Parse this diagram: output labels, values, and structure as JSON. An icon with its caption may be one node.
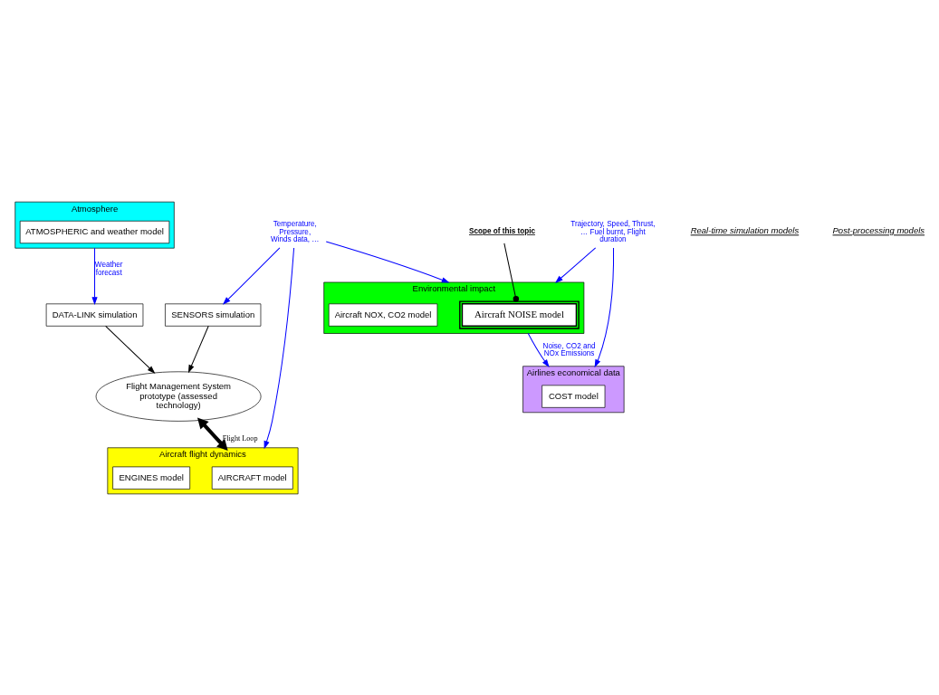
{
  "diagram": {
    "nodes": [
      {
        "text": [
          "Flight Management System prototype (assessed technology)"
        ]
      },
      {
        "text": [
          "DATA-LINK simulation"
        ]
      },
      {
        "text": [
          "SENSORS simulation"
        ]
      },
      {
        "text": [
          "Aircraft flight dynamics"
        ]
      },
      {
        "text": [
          "AIRCRAFT model"
        ],
        "in": 3
      },
      {
        "text": [
          "ENGINES model"
        ],
        "in": 3
      },
      {
        "text": [
          "Atmosphere"
        ]
      },
      {
        "text": [
          "ATMOSPHERIC and weather model"
        ],
        "in": 6
      },
      {
        "text": [
          "Airlines economical data"
        ]
      },
      {
        "text": [
          "COST model"
        ],
        "in": 8
      },
      {
        "text": [
          "Environmental impact"
        ]
      },
      {
        "text": [
          "Aircraft NOISE model"
        ],
        "in": 10
      },
      {
        "text": [
          "Aircraft NOX, CO2 model"
        ],
        "in": 10
      },
      {
        "text": [
          "Scope of this topic"
        ]
      },
      {
        "text": [
          "Temperature, Pressure, Winds data, …"
        ]
      },
      {
        "text": [
          "Trajectory, Speed, Thrust, … Fuel burnt, Flight duration"
        ]
      }
    ],
    "edges": [
      {
        "from": 1,
        "to": 0,
        "arrow": "to",
        "color": "#000000"
      },
      {
        "from": 2,
        "to": 0,
        "arrow": "to",
        "color": "#000000"
      },
      {
        "from": 0,
        "to": 3,
        "arrow": "both",
        "label": "Flight Loop",
        "style": "thick",
        "color": "#000000"
      },
      {
        "from": 6,
        "to": 1,
        "arrow": "to",
        "label": "Weather forecast"
      },
      {
        "from": 14,
        "to": 2,
        "arrow": "to"
      },
      {
        "from": 14,
        "to": 3,
        "arrow": "to"
      },
      {
        "from": 14,
        "to": 10,
        "arrow": "to"
      },
      {
        "from": 15,
        "to": 8,
        "arrow": "to"
      },
      {
        "from": 15,
        "to": 10,
        "arrow": "to"
      },
      {
        "from": 10,
        "to": 8,
        "arrow": "to",
        "label": "Noise, CO2 and NOx Emissions"
      },
      {
        "from": 13,
        "to": 11,
        "arrow": "other",
        "color": "#000000"
      }
    ],
    "labels": [
      "Real-time simulation models",
      "Post-processing models"
    ]
  }
}
